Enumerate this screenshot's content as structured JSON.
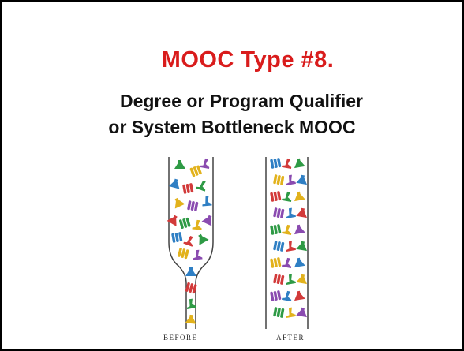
{
  "slide": {
    "heading": "MOOC Type #8.",
    "subtitle_line1": "Degree or Program Qualifier",
    "subtitle_line2": "or System Bottleneck MOOC"
  },
  "illustration": {
    "before_label": "Before",
    "after_label": "After",
    "icons": [
      "flask-icon",
      "test-tubes-icon",
      "microscope-icon"
    ],
    "icon_colors": [
      "#2e9a45",
      "#2f7fc4",
      "#e2b21c",
      "#d23a3a",
      "#8a4bb0"
    ]
  }
}
